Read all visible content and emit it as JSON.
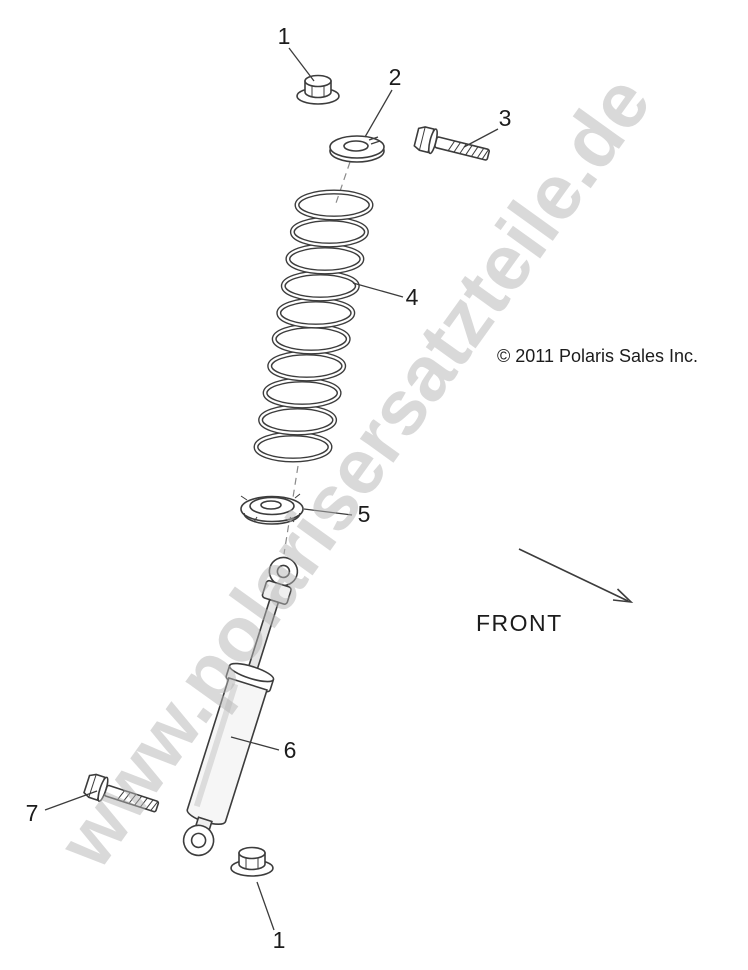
{
  "colors": {
    "ink": "#3c3c3c",
    "text": "#1c1c1c",
    "watermark": "#b5b5b5",
    "background": "#ffffff"
  },
  "watermark": {
    "text": "www.polarisersatzteile.de"
  },
  "annotations": {
    "copyright": "© 2011 Polaris Sales Inc.",
    "front": "FRONT"
  },
  "callouts": [
    {
      "ref": "1",
      "part": "flange-nut-top"
    },
    {
      "ref": "2",
      "part": "spring-washer"
    },
    {
      "ref": "3",
      "part": "upper-mount-bolt"
    },
    {
      "ref": "4",
      "part": "coil-spring"
    },
    {
      "ref": "5",
      "part": "spring-retainer"
    },
    {
      "ref": "6",
      "part": "shock-absorber"
    },
    {
      "ref": "7",
      "part": "lower-mount-bolt"
    },
    {
      "ref": "1",
      "part": "flange-nut-bottom"
    }
  ]
}
